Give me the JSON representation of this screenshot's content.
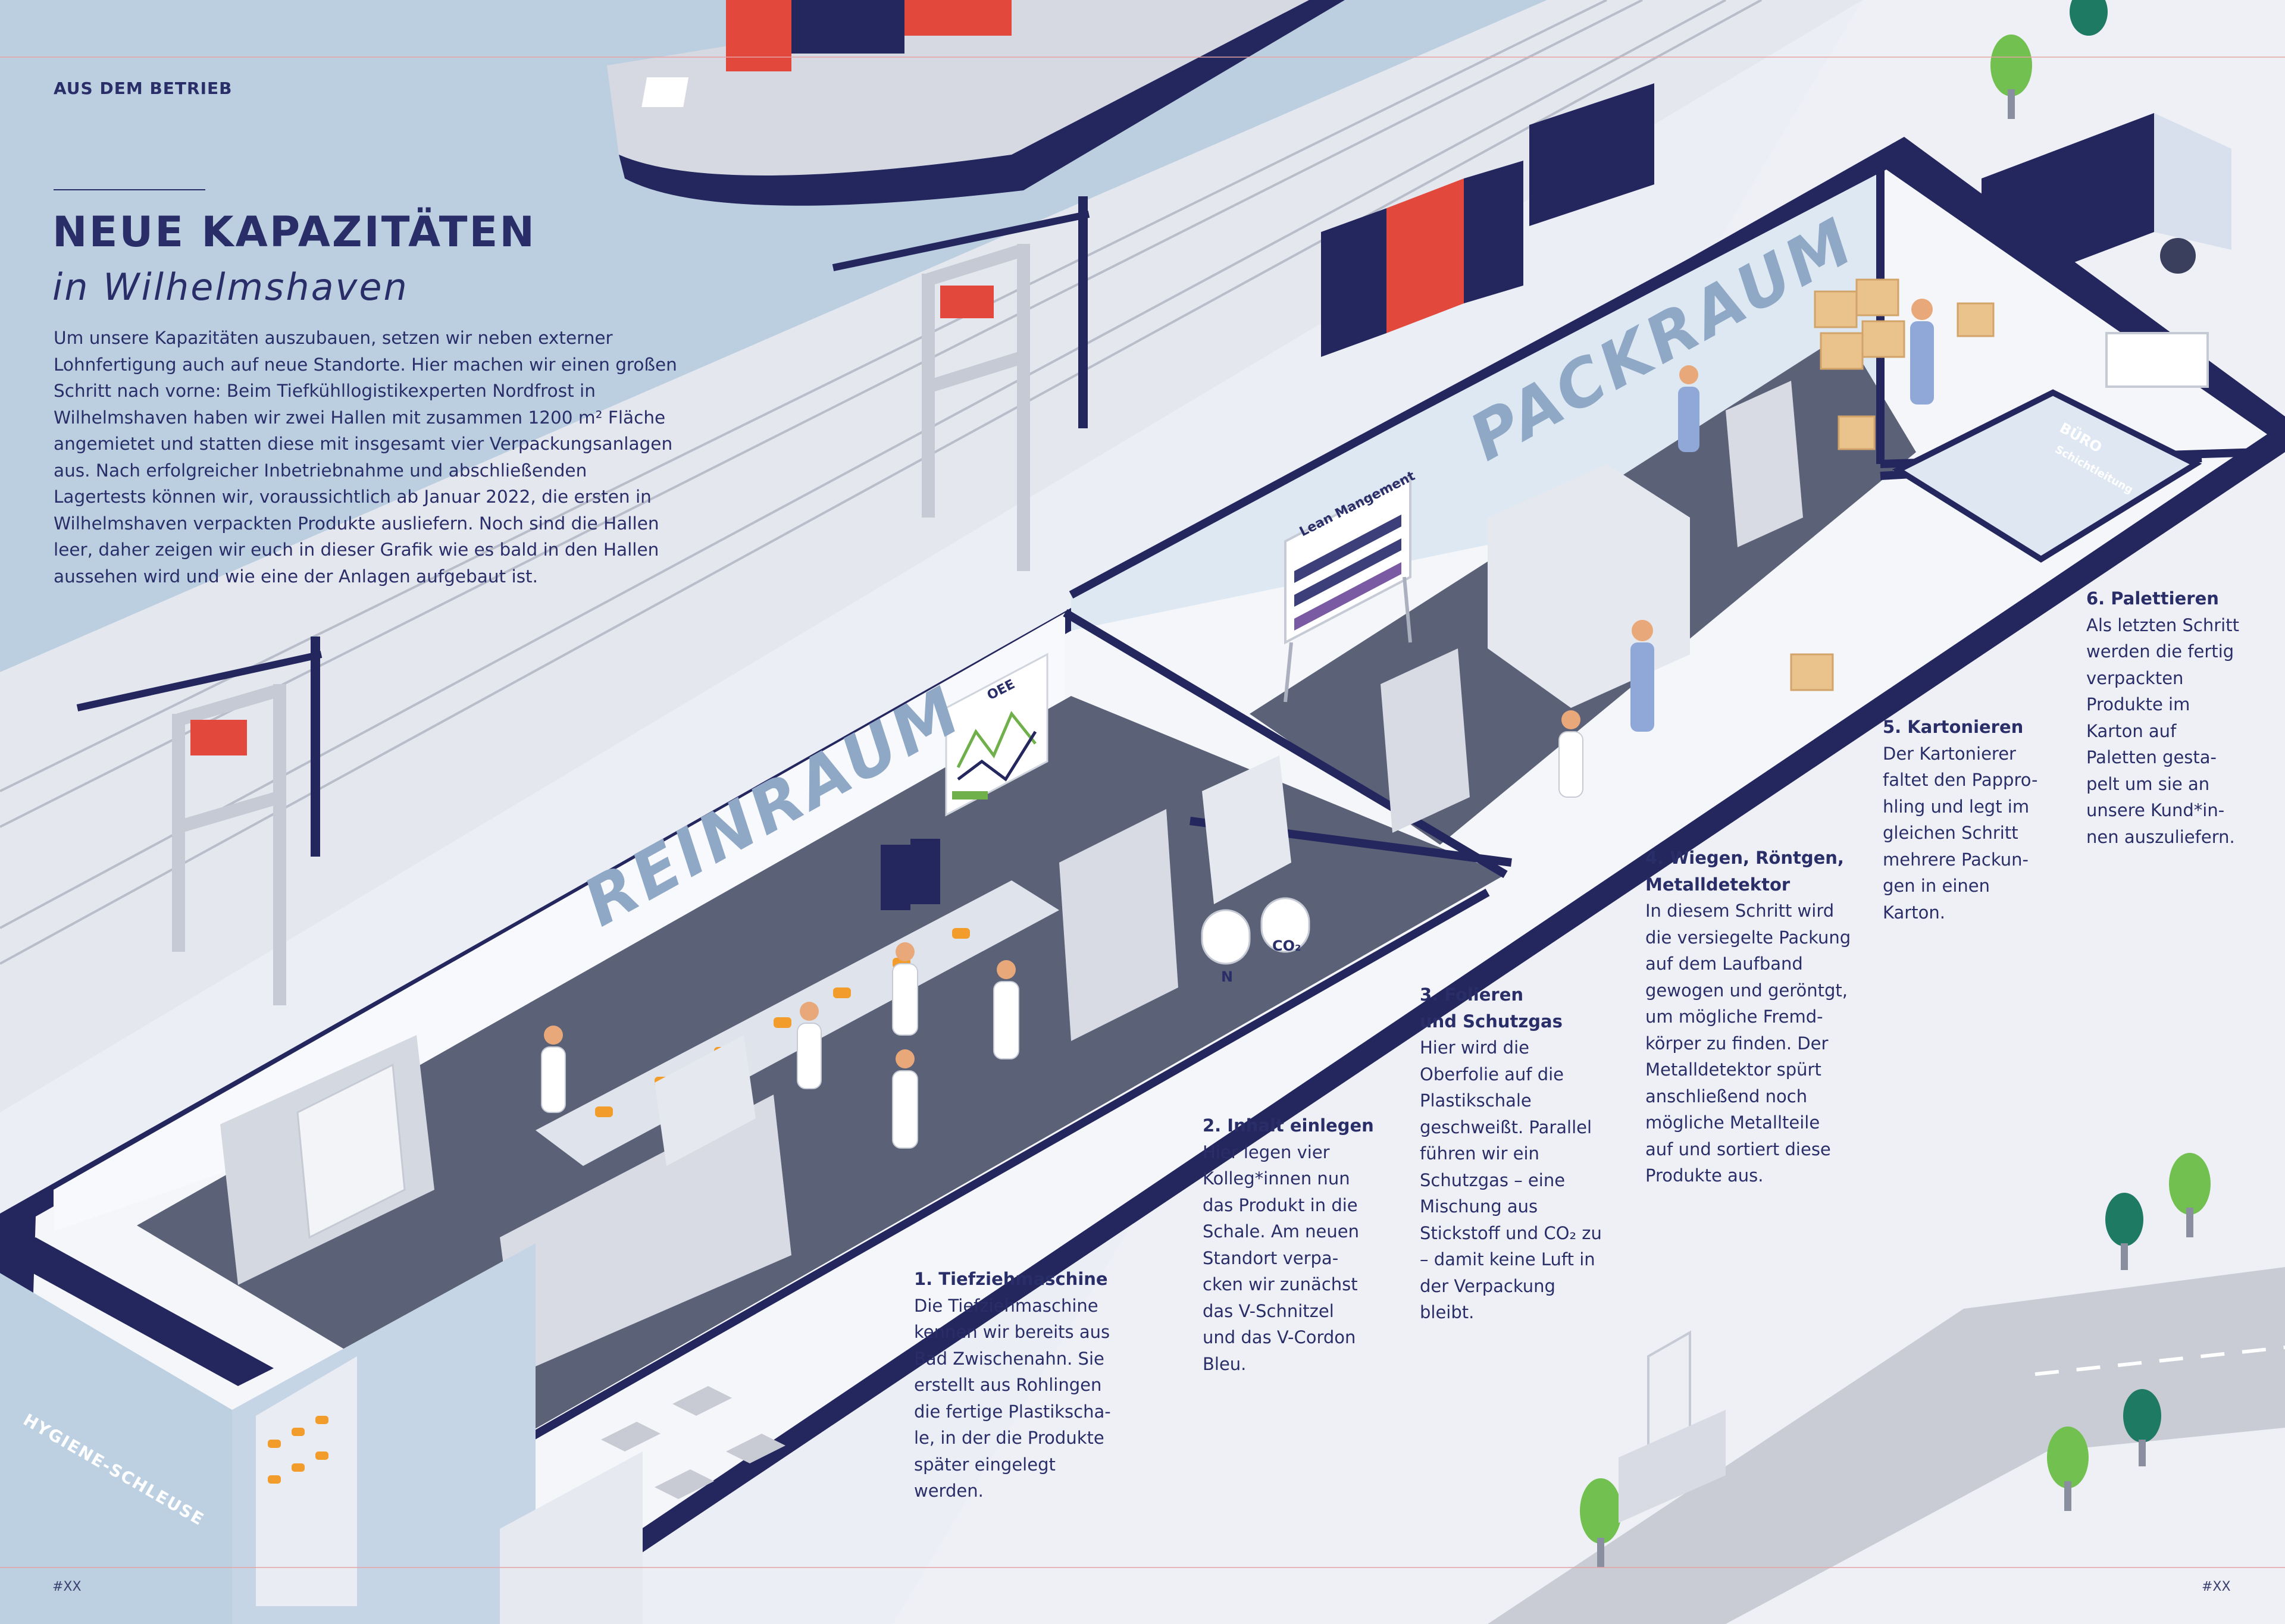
{
  "header": {
    "kicker": "AUS DEM BETRIEB",
    "title": "NEUE KAPAZITÄTEN",
    "subtitle": "in Wilhelmshaven",
    "intro": "Um unsere Kapazitäten auszubauen, setzen wir neben externer Lohnfertigung auch auf neue Standorte. Hier machen wir einen großen Schritt nach vorne: Beim Tiefkühllogistikexperten Nordfrost in Wilhelmshaven haben wir zwei Hallen mit zusammen 1200 m² Fläche angemietet und statten diese mit insgesamt vier Verpackungsanlagen aus. Nach erfolgreicher Inbetriebnahme und abschließenden Lagertests können wir, voraussichtlich ab Januar 2022, die ersten in Wilhelmshaven verpackten Produkte ausliefern. Noch sind die Hallen leer, daher zeigen wir euch in dieser Grafik wie es bald in den Hallen aussehen wird und wie eine der Anlagen aufgebaut ist."
  },
  "rooms": {
    "reinraum": "REINRAUM",
    "packraum": "PACKRAUM",
    "hygiene": "HYGIENE-SCHLEUSE",
    "buero": "BÜRO",
    "buero_sub": "Schichtleitung"
  },
  "boards": {
    "lean": "Lean Mangement",
    "oee": "OEE",
    "co2": "CO₂",
    "n": "N"
  },
  "steps": [
    {
      "heading": "1. Tiefziehmaschine",
      "body": "Die Tiefziehmaschine\nkennen wir bereits aus\nBad Zwischenahn. Sie\nerstellt aus Rohlingen\ndie fertige Plastikscha-\nle, in der die Produkte\nspäter eingelegt\nwerden."
    },
    {
      "heading": "2. Inhalt einlegen",
      "body": "Hier legen vier\nKolleg*innen nun\ndas Produkt in die\nSchale. Am neuen\nStandort verpa-\ncken wir zunächst\ndas V-Schnitzel\nund das V-Cordon\nBleu."
    },
    {
      "heading": "3. Folieren\nund Schutzgas",
      "body": "Hier wird die\nOberfolie auf die\nPlastikschale\ngeschweißt. Parallel\nführen wir ein\nSchutzgas – eine\nMischung aus\nStickstoff und CO₂ zu\n– damit keine Luft in\nder Verpackung\nbleibt."
    },
    {
      "heading": "4. Wiegen, Röntgen,\nMetalldetektor",
      "body": "In diesem Schritt wird\ndie versiegelte Packung\nauf dem Laufband\ngewogen und geröntgt,\num mögliche Fremd-\nkörper zu finden. Der\nMetalldetektor spürt\nanschließend noch\nmögliche Metallteile\nauf und sortiert diese\nProdukte aus."
    },
    {
      "heading": "5. Kartonieren",
      "body": "Der Kartonierer\nfaltet den Pappro-\nhling und legt im\ngleichen Schritt\nmehrere Packun-\ngen in einen\nKarton."
    },
    {
      "heading": "6. Palettieren",
      "body": "Als letzten Schritt\nwerden die fertig\nverpackten\nProdukte im\nKarton auf\nPaletten gesta-\npelt um sie an\nunsere Kund*in-\nnen auszuliefern."
    }
  ],
  "footer": {
    "left": "#XX",
    "right": "#XX"
  },
  "colors": {
    "navy": "#24265e",
    "water": "#bcd0e0",
    "floor": "#5b6176",
    "wall": "#f7f9fc",
    "roomtext": "#8fa8c6",
    "container_red": "#e2483b",
    "tree": "#72c04f"
  }
}
